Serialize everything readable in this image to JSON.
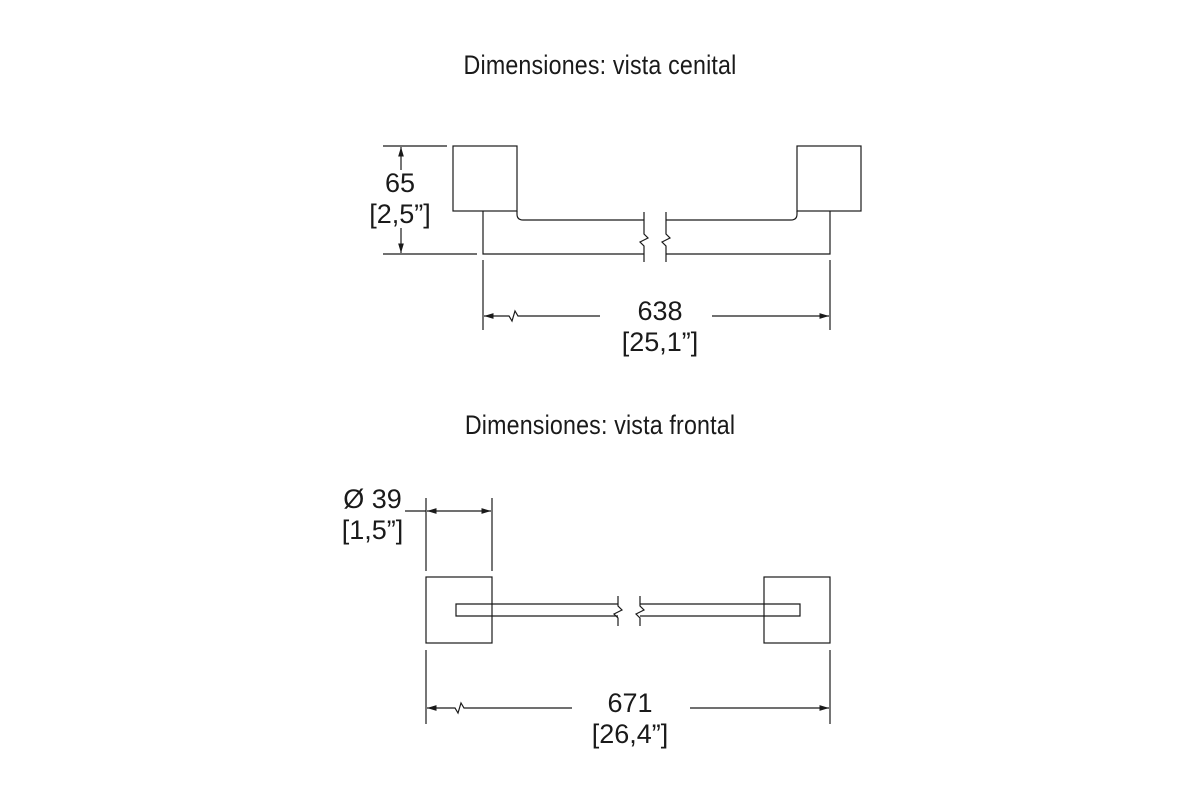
{
  "titles": {
    "top_view": "Dimensiones: vista cenital",
    "front_view": "Dimensiones: vista frontal"
  },
  "dimensions": {
    "depth": {
      "mm": "65",
      "inch": "[2,5”]"
    },
    "length_top": {
      "mm": "638",
      "inch": "[25,1”]"
    },
    "square": {
      "symbol": "Ø",
      "mm": "39",
      "inch": "[1,5”]"
    },
    "length_front": {
      "mm": "671",
      "inch": "[26,4”]"
    }
  },
  "colors": {
    "line": "#1a1a1a",
    "background": "#ffffff"
  }
}
